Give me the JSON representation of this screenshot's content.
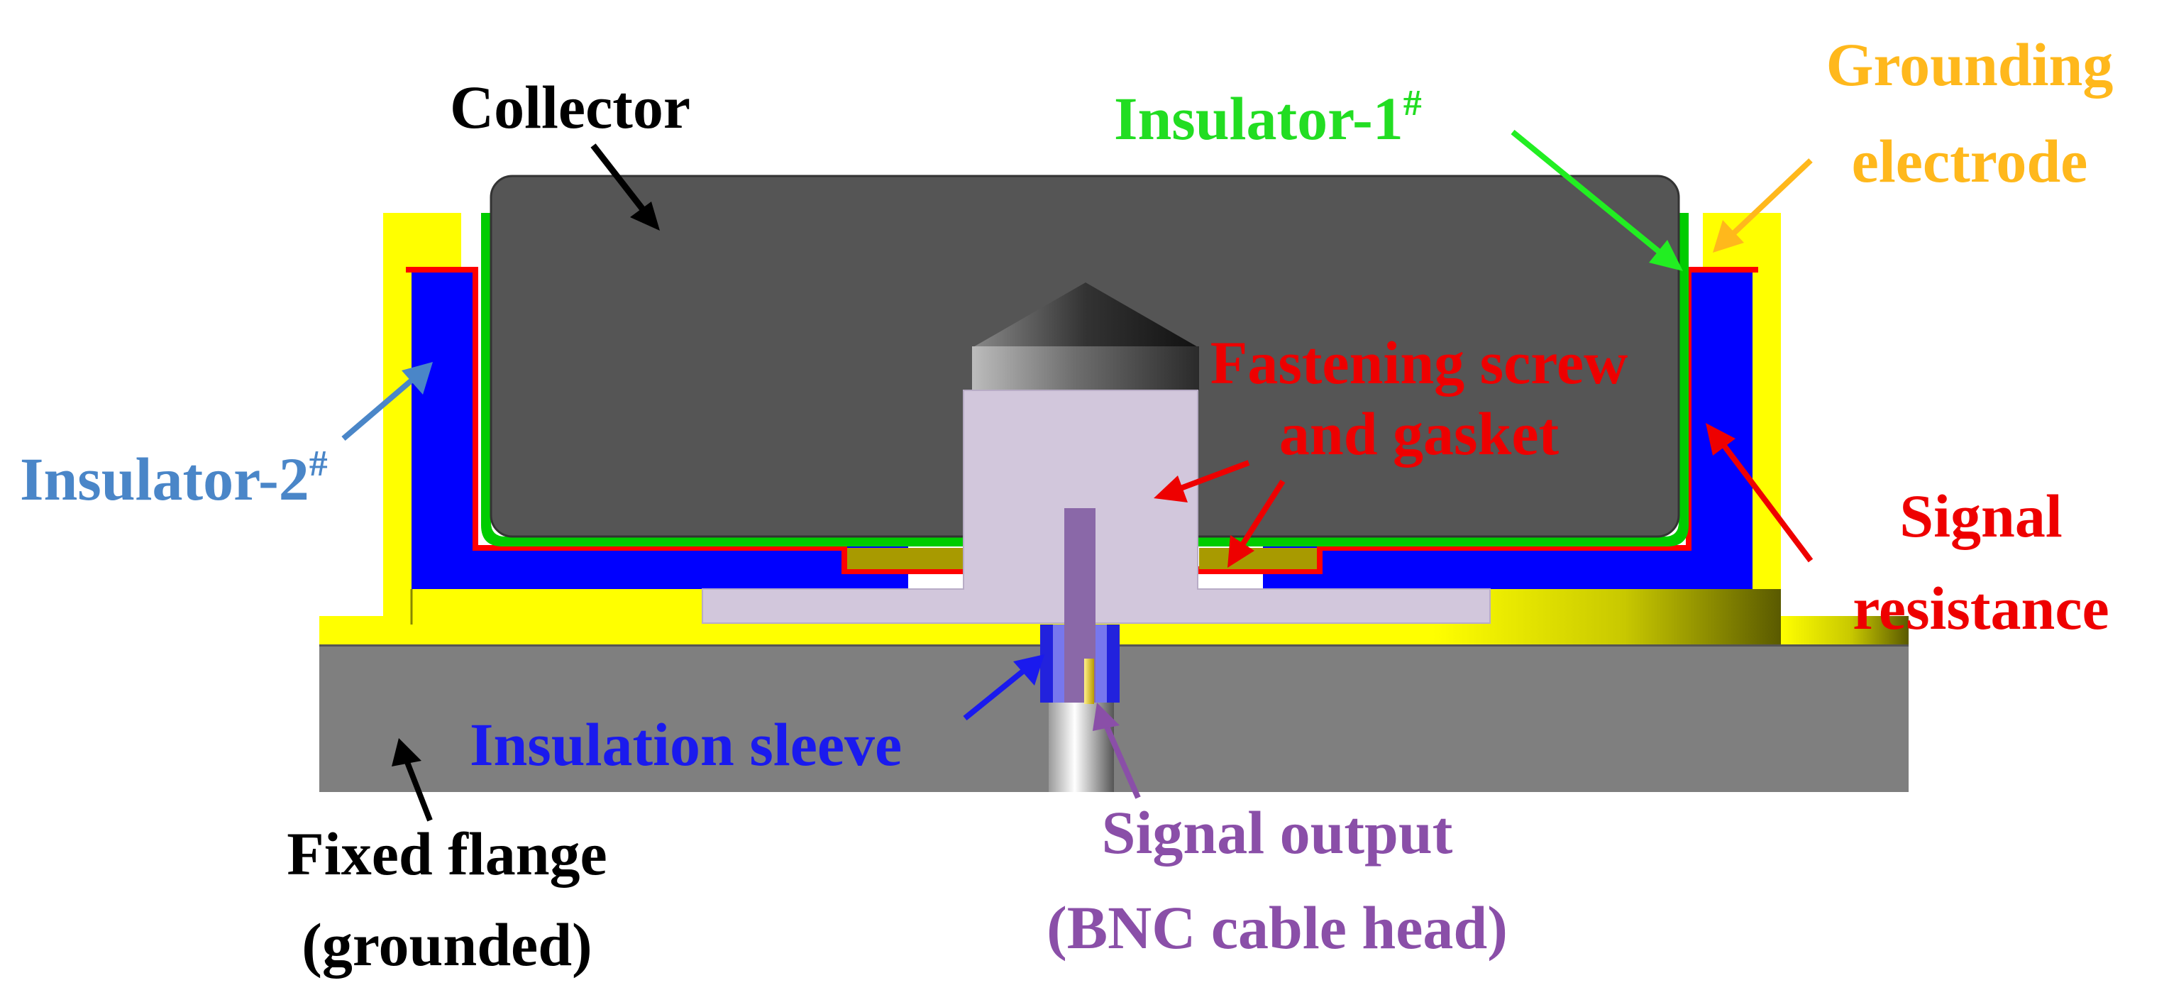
{
  "labels": {
    "collector": "Collector",
    "insulator1": "Insulator-1",
    "insulator1_sup": "#",
    "grounding_line1": "Grounding",
    "grounding_line2": "electrode",
    "insulator2": "Insulator-2",
    "insulator2_sup": "#",
    "fastening_line1": "Fastening screw",
    "fastening_line2": "and gasket",
    "signal_res_line1": "Signal",
    "signal_res_line2": "resistance",
    "insulation_sleeve": "Insulation sleeve",
    "fixed_flange_line1": "Fixed flange",
    "fixed_flange_line2": "(grounded)",
    "signal_output_line1": "Signal output",
    "signal_output_line2": "(BNC cable head)"
  },
  "colors": {
    "collector": "#555555",
    "flange": "#7f7f7f",
    "grounding_electrode": "#ffff00",
    "insulator1": "#00cc00",
    "insulator2": "#0000ff",
    "signal_resistance": "#ff0000",
    "fastening_screw": "#d2c7dc",
    "signal_rod": "#8a68a8",
    "label_black": "#000000",
    "label_green": "#22dd22",
    "label_orange": "#ffb81c",
    "label_steelblue": "#4a86c8",
    "label_red": "#ee0000",
    "label_blue": "#1a1aee",
    "label_purple": "#8a4fa8"
  }
}
